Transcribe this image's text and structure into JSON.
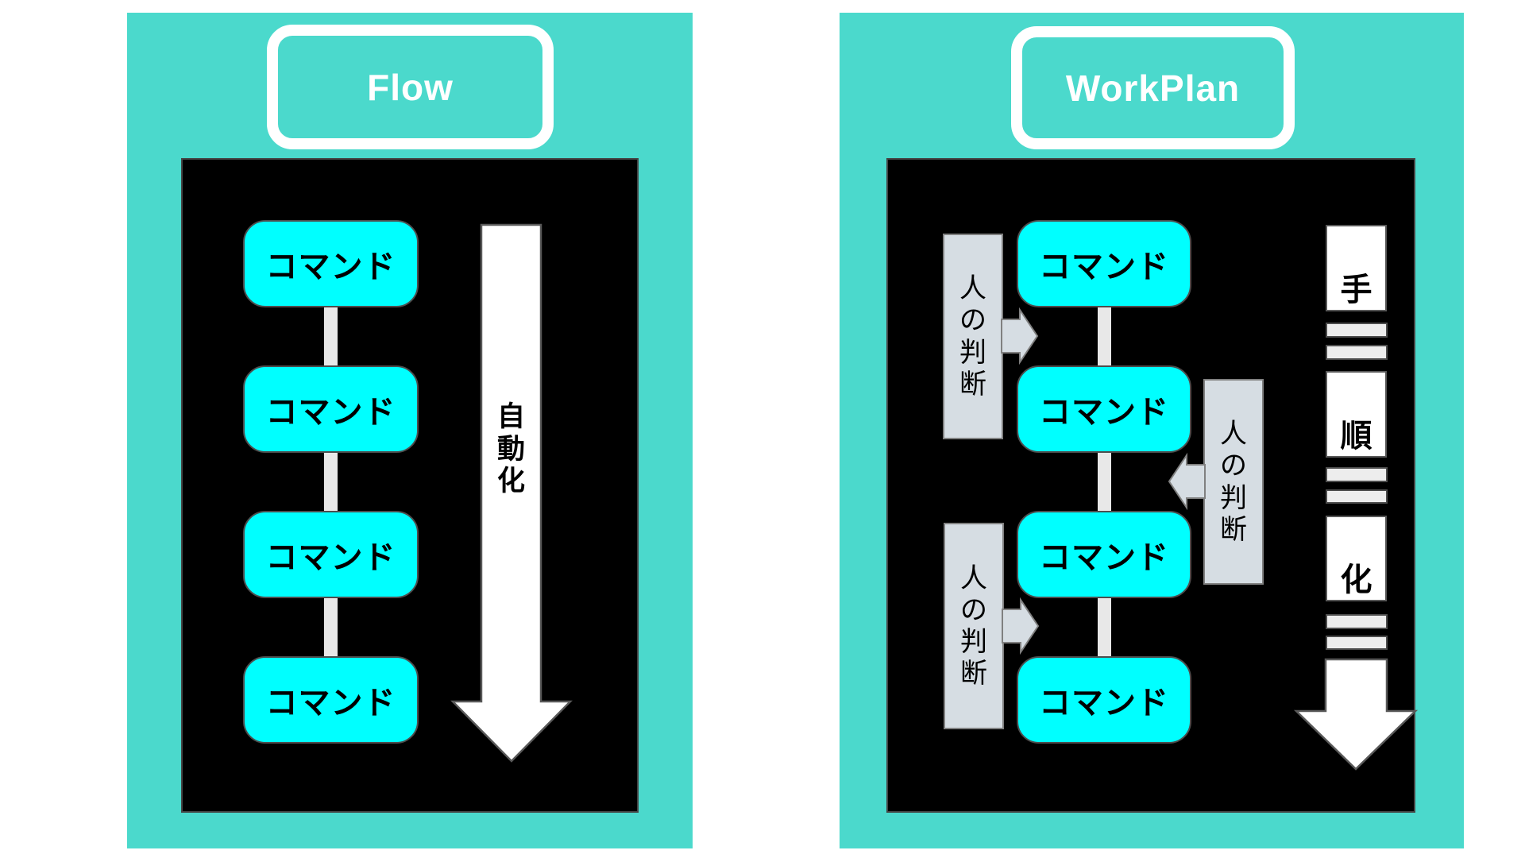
{
  "colors": {
    "page-bg": "#ffffff",
    "teal": "#4bd9cc",
    "panel-bg": "#000000",
    "cyan": "#00ffff",
    "box-border": "#4d4d4d",
    "connector": "#e8e8e8",
    "arrow-fill": "#ffffff",
    "arrow-border": "#595959",
    "callout-fill": "#d6dde3",
    "callout-border": "#808080",
    "bar-fill": "#ededed",
    "text-dark": "#000000",
    "title-text": "#ffffff"
  },
  "panels": [
    {
      "title": "Flow",
      "commands": [
        "コマンド",
        "コマンド",
        "コマンド",
        "コマンド"
      ],
      "arrow_label": "自動化"
    },
    {
      "title": "WorkPlan",
      "commands": [
        "コマンド",
        "コマンド",
        "コマンド",
        "コマンド"
      ],
      "callouts": [
        {
          "label": "人の判断"
        },
        {
          "label": "人の判断"
        },
        {
          "label": "人の判断"
        }
      ],
      "arrow_segments": [
        "手",
        "順",
        "化"
      ]
    }
  ]
}
